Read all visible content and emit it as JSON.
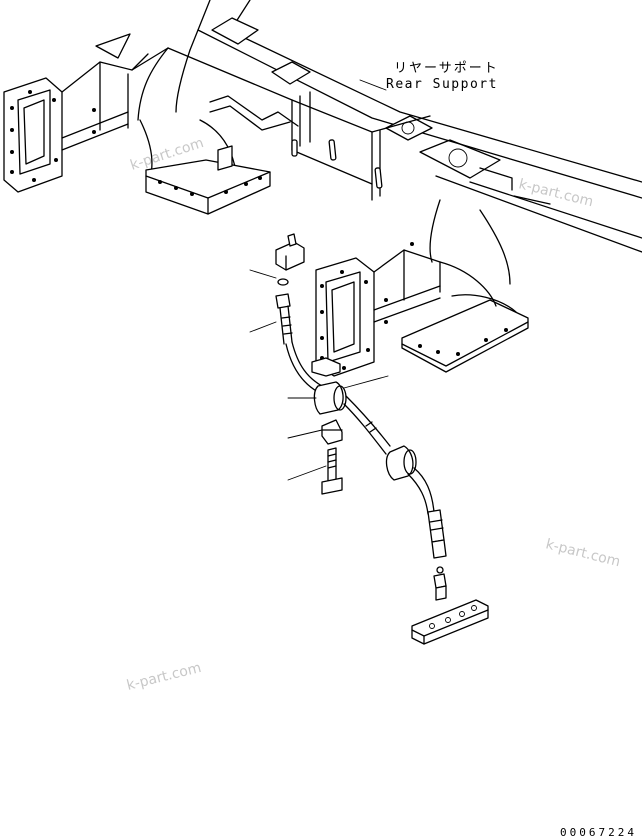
{
  "callout": {
    "label_jp": "リヤーサポート",
    "label_en": "Rear Support"
  },
  "watermarks": [
    "k-part.com",
    "k-part.com",
    "k-part.com",
    "k-part.com"
  ],
  "doc_number": "00067224"
}
